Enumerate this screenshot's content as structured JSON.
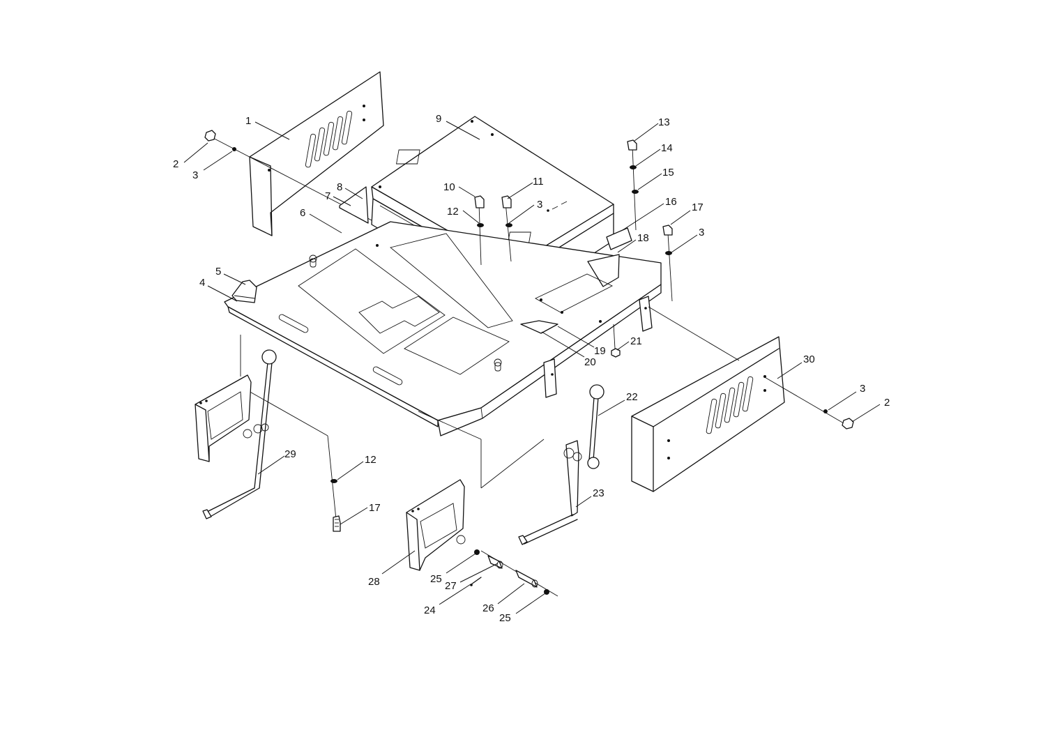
{
  "labels": {
    "p1": "1",
    "p2a": "2",
    "p3a": "3",
    "p4": "4",
    "p5": "5",
    "p6": "6",
    "p7": "7",
    "p8": "8",
    "p9": "9",
    "p10": "10",
    "p11": "11",
    "p12a": "12",
    "p3b": "3",
    "p13": "13",
    "p14": "14",
    "p15": "15",
    "p16": "16",
    "p17a": "17",
    "p3c": "3",
    "p18": "18",
    "p19": "19",
    "p20": "20",
    "p21": "21",
    "p22": "22",
    "p23": "23",
    "p12b": "12",
    "p17b": "17",
    "p28": "28",
    "p25a": "25",
    "p27": "27",
    "p24": "24",
    "p26": "26",
    "p25b": "25",
    "p29": "29",
    "p30": "30",
    "p3d": "3",
    "p2b": "2"
  }
}
